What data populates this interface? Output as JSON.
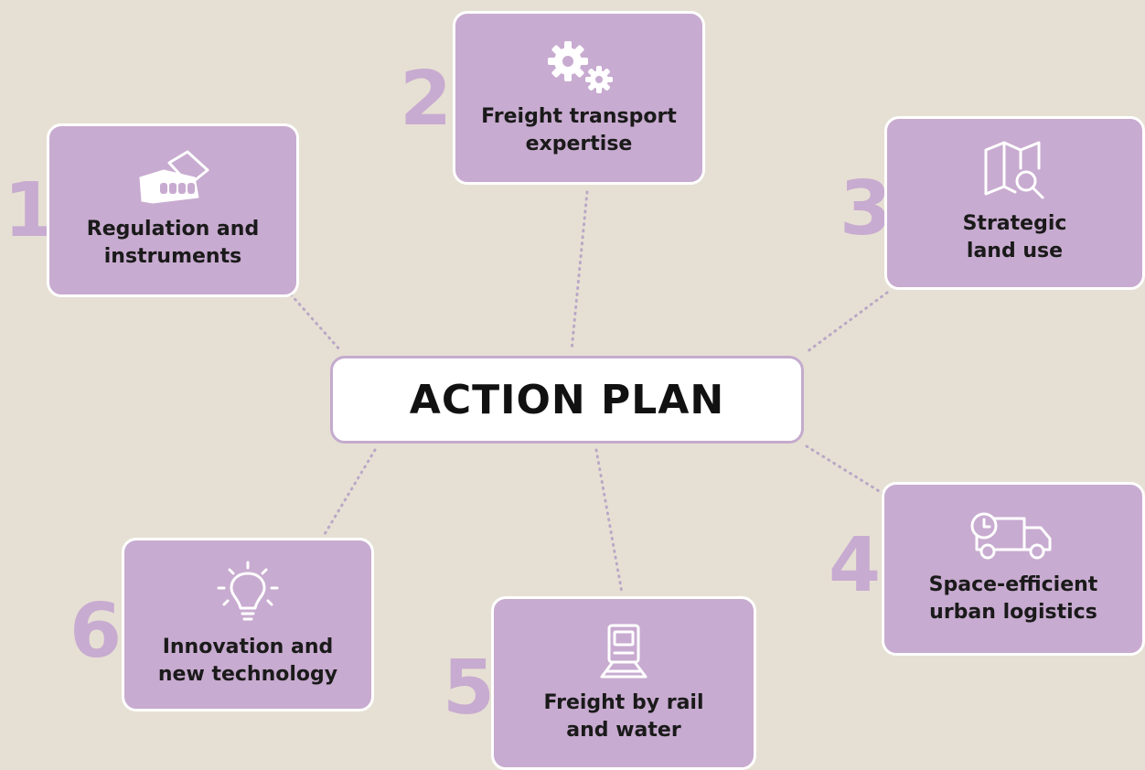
{
  "center": {
    "title": "ACTION PLAN"
  },
  "items": [
    {
      "number": "1",
      "label": "Regulation and\ninstruments",
      "icon": "hand-certificate-icon"
    },
    {
      "number": "2",
      "label": "Freight transport\nexpertise",
      "icon": "gears-icon"
    },
    {
      "number": "3",
      "label": "Strategic\nland use",
      "icon": "map-search-icon"
    },
    {
      "number": "4",
      "label": "Space-efficient\nurban logistics",
      "icon": "delivery-truck-clock-icon"
    },
    {
      "number": "5",
      "label": "Freight by rail\nand water",
      "icon": "train-icon"
    },
    {
      "number": "6",
      "label": "Innovation and\nnew technology",
      "icon": "lightbulb-icon"
    }
  ],
  "colors": {
    "background": "#e6e0d4",
    "card": "#c8abd0",
    "card_border": "#ffffff",
    "center_border": "#c4abcd",
    "text": "#1a1a1a",
    "connector": "#b9a8c6"
  }
}
